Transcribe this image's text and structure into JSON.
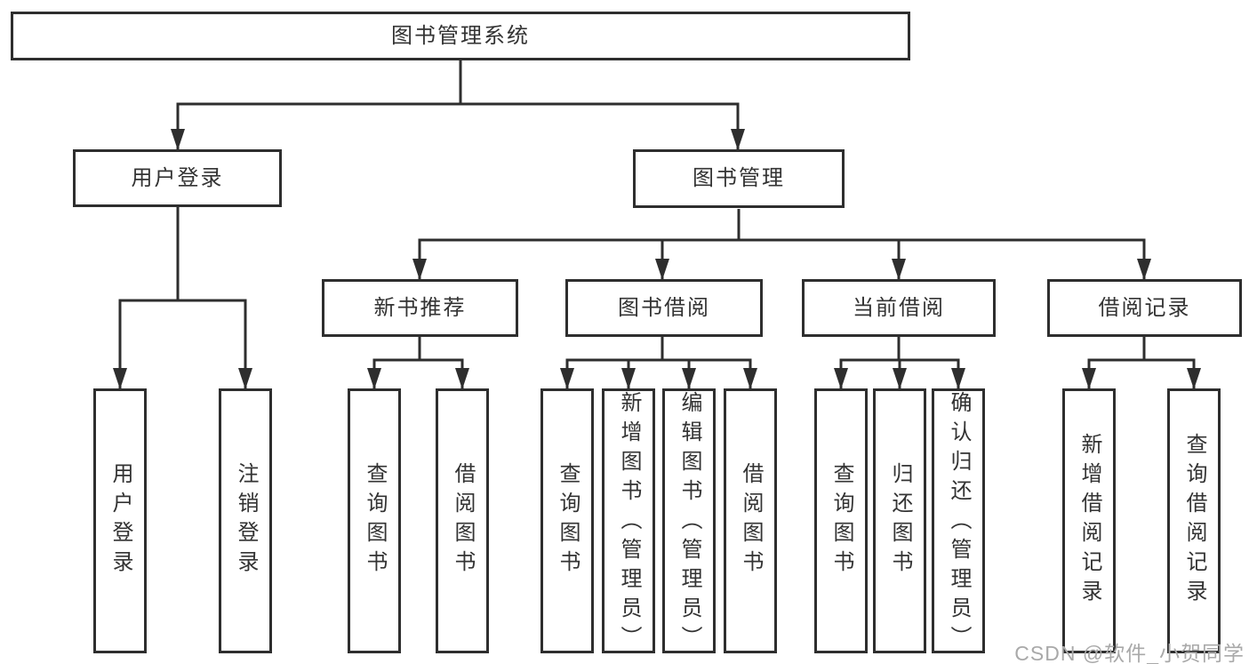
{
  "title": {
    "label": "图书管理系统"
  },
  "level2": {
    "user_login": {
      "label": "用户登录"
    },
    "book_mgmt": {
      "label": "图书管理"
    }
  },
  "level3": {
    "new_books": {
      "label": "新书推荐"
    },
    "book_borrow": {
      "label": "图书借阅"
    },
    "current_borrow": {
      "label": "当前借阅"
    },
    "borrow_records": {
      "label": "借阅记录"
    }
  },
  "leaves": {
    "user_login": [
      "用户登录",
      "注销登录"
    ],
    "new_books": [
      "查询图书",
      "借阅图书"
    ],
    "book_borrow": [
      "查询图书",
      "新增图书（管理员）",
      "编辑图书（管理员）",
      "借阅图书"
    ],
    "current_borrow": [
      "查询图书",
      "归还图书",
      "确认归还（管理员）"
    ],
    "borrow_records": [
      "新增借阅记录",
      "查询借阅记录"
    ]
  },
  "watermark": {
    "text": "CSDN @软件_小贺同学"
  },
  "colors": {
    "line": "#2e2e2e",
    "box_border": "#2e2e2e",
    "box_fill": "#ffffff",
    "text": "#333333",
    "watermark": "#a9a9a9",
    "background": "#ffffff"
  }
}
